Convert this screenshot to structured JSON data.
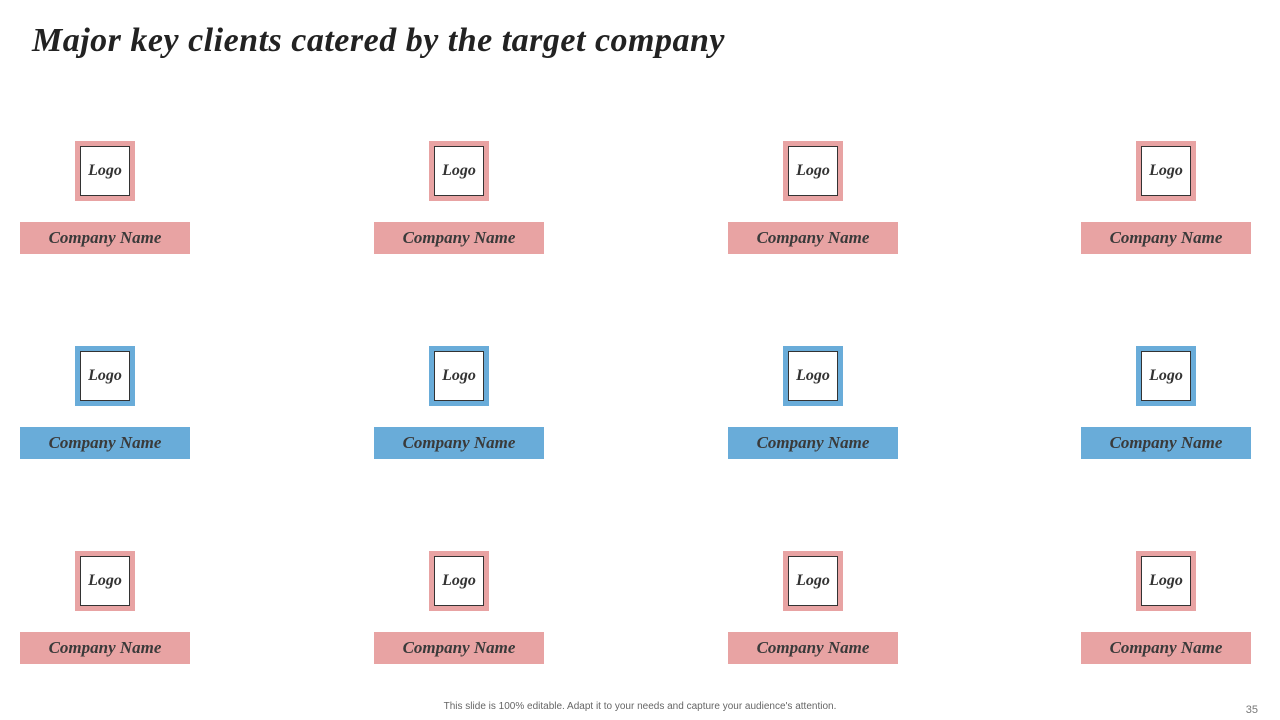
{
  "slide": {
    "title": "Major key clients catered by the target company",
    "footer": "This slide is 100% editable. Adapt it to your needs and capture your audience's attention.",
    "page_number": "35"
  },
  "colors": {
    "pink": "#e8a3a3",
    "blue": "#69acd9"
  },
  "clients": [
    {
      "logo": "Logo",
      "name": "Company Name",
      "color": "pink"
    },
    {
      "logo": "Logo",
      "name": "Company Name",
      "color": "pink"
    },
    {
      "logo": "Logo",
      "name": "Company Name",
      "color": "pink"
    },
    {
      "logo": "Logo",
      "name": "Company Name",
      "color": "pink"
    },
    {
      "logo": "Logo",
      "name": "Company Name",
      "color": "blue"
    },
    {
      "logo": "Logo",
      "name": "Company Name",
      "color": "blue"
    },
    {
      "logo": "Logo",
      "name": "Company Name",
      "color": "blue"
    },
    {
      "logo": "Logo",
      "name": "Company Name",
      "color": "blue"
    },
    {
      "logo": "Logo",
      "name": "Company Name",
      "color": "pink"
    },
    {
      "logo": "Logo",
      "name": "Company Name",
      "color": "pink"
    },
    {
      "logo": "Logo",
      "name": "Company Name",
      "color": "pink"
    },
    {
      "logo": "Logo",
      "name": "Company Name",
      "color": "pink"
    }
  ]
}
